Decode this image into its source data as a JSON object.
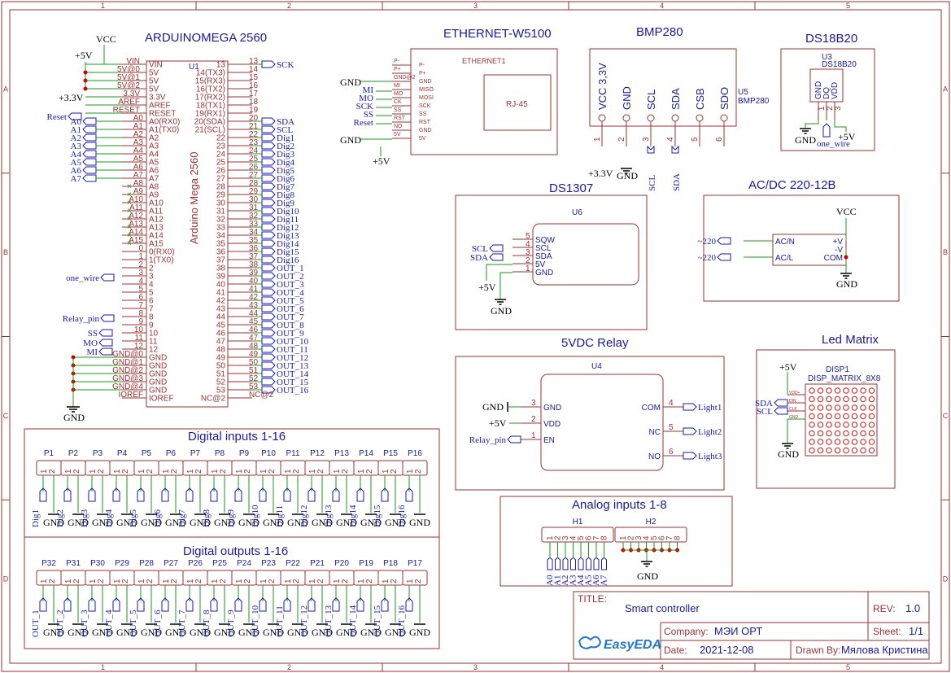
{
  "grid": {
    "cols": [
      "1",
      "2",
      "3",
      "4",
      "5"
    ],
    "rows": [
      "A",
      "B",
      "C",
      "D"
    ]
  },
  "arduino": {
    "block_title": "ARDUINOMEGA 2560",
    "ref": "U1",
    "vertical_name": "Arduino Mega 2560",
    "vcc": "VCC",
    "plus5": "+5V",
    "plus33": "+3.3V",
    "gnd": "GND",
    "left_nets": [
      "VIN",
      "5V@0",
      "5V@1",
      "5V@2",
      "3.3V",
      "AREF",
      "RESET",
      "Reset",
      "A0",
      "A1",
      "A2",
      "A3",
      "A4",
      "A5",
      "A6",
      "A7"
    ],
    "left_pins": [
      "VIN",
      "5V",
      "5V",
      "5V",
      "3.3V",
      "AREF",
      "RESET",
      "A0(RX0)",
      "A1(TX0)",
      "A2",
      "A3",
      "A4",
      "A5",
      "A6",
      "A7",
      "A8",
      "A9",
      "A10",
      "A11",
      "A12",
      "A13",
      "A14",
      "A15",
      "0(RX0)",
      "1(TX0)",
      "2",
      "3",
      "4",
      "5",
      "6",
      "7",
      "8",
      "9",
      "10",
      "11",
      "12",
      "GND",
      "GND",
      "GND",
      "GND",
      "GND",
      "IOREF"
    ],
    "left_pin_nums": [
      "",
      "",
      "",
      "",
      "",
      "",
      "",
      "A0",
      "A1",
      "A2",
      "A3",
      "A4",
      "A5",
      "A6",
      "A7",
      "A8",
      "A9",
      "A10",
      "A11",
      "A12",
      "A13",
      "A14",
      "A15",
      "0",
      "1",
      "2",
      "3",
      "4",
      "5",
      "6",
      "7",
      "8",
      "9",
      "10",
      "11",
      "12",
      "GND@0",
      "GND@1",
      "GND@2",
      "GND@3",
      "GND@4",
      "IOREF"
    ],
    "left_tags": {
      "one_wire": "one_wire",
      "relay_pin": "Relay_pin",
      "ss": "SS",
      "mo": "MO",
      "mi": "MI"
    },
    "right_pins": [
      "13",
      "14(TX3)",
      "15(RX3)",
      "16(TX2)",
      "17(RX2)",
      "18(TX1)",
      "19(RX1)",
      "20(SDA)",
      "21(SCL)",
      "22",
      "23",
      "24",
      "25",
      "26",
      "27",
      "28",
      "29",
      "30",
      "31",
      "32",
      "33",
      "34",
      "35",
      "36",
      "37",
      "38",
      "39",
      "40",
      "41",
      "42",
      "43",
      "44",
      "45",
      "46",
      "47",
      "48",
      "49",
      "50",
      "51",
      "52",
      "53",
      "NC@2"
    ],
    "right_pin_nums": [
      "13",
      "14",
      "15",
      "16",
      "17",
      "18",
      "19",
      "20",
      "21",
      "22",
      "23",
      "24",
      "25",
      "26",
      "27",
      "28",
      "29",
      "30",
      "31",
      "32",
      "33",
      "34",
      "35",
      "36",
      "37",
      "38",
      "39",
      "40",
      "41",
      "42",
      "43",
      "44",
      "45",
      "46",
      "47",
      "48",
      "49",
      "50",
      "51",
      "52",
      "53",
      "NC@2"
    ],
    "right_nets": [
      "SCK",
      "",
      "",
      "",
      "",
      "",
      "",
      "SDA",
      "SCL",
      "Dig1",
      "Dig2",
      "Dig3",
      "Dig4",
      "Dig5",
      "Dig6",
      "Dig7",
      "Dig8",
      "Dig9",
      "Dig10",
      "Dig11",
      "Dig12",
      "Dig13",
      "Dig14",
      "Dig15",
      "Dig16",
      "OUT_1",
      "OUT_2",
      "OUT_3",
      "OUT_4",
      "OUT_5",
      "OUT_6",
      "OUT_7",
      "OUT_8",
      "OUT_9",
      "OUT_10",
      "OUT_11",
      "OUT_12",
      "OUT_13",
      "OUT_14",
      "OUT_15",
      "OUT_16",
      ""
    ]
  },
  "ethernet": {
    "block_title": "ETHERNET-W5100",
    "ref": "ETHERNET1",
    "rj": "RJ-45",
    "pins": [
      "P-",
      "P+",
      "GND@2",
      "MI",
      "MO",
      "CK",
      "SS",
      "RST",
      "NO",
      "5V"
    ],
    "pins_right": [
      "P-",
      "P+",
      "GND",
      "MISO",
      "MOSI",
      "SCK",
      "SS",
      "RST",
      "GND",
      "5V"
    ],
    "nets": [
      "MI",
      "MO",
      "SCK",
      "SS",
      "Reset"
    ],
    "gnd": "GND",
    "plus5": "+5V"
  },
  "bmp280": {
    "block_title": "BMP280",
    "ref": "U5",
    "name": "BMP280",
    "pins": [
      "VCC 3,3V",
      "GND",
      "SCL",
      "SDA",
      "CSB",
      "SDO"
    ],
    "pin_nums": [
      "1",
      "2",
      "3",
      "4",
      "5",
      "6"
    ],
    "nets": [
      "+3.3V",
      "GND",
      "SCL",
      "SDA"
    ]
  },
  "ds18b20": {
    "block_title": "DS18B20",
    "ref": "U3",
    "name": "DS18B20",
    "pins": [
      "GND",
      "DQ",
      "VDD"
    ],
    "pin_nums": [
      "1",
      "2",
      "3"
    ],
    "nets": [
      "GND",
      "one_wire",
      "+5V"
    ]
  },
  "ds1307": {
    "block_title": "DS1307",
    "ref": "U6",
    "pins": [
      "SQW",
      "SCL",
      "SDA",
      "5V",
      "GND"
    ],
    "pin_nums": [
      "5",
      "4",
      "3",
      "2",
      "1"
    ],
    "nets": [
      "SCL",
      "SDA",
      "+5V",
      "GND"
    ]
  },
  "acdc": {
    "block_title": "AC/DC 220-12B",
    "pins_left": [
      "AC/N",
      "AC/L"
    ],
    "pins_right": [
      "+V",
      "-V",
      "COM"
    ],
    "nets": [
      "~220",
      "~220",
      "VCC",
      "GND"
    ]
  },
  "relay": {
    "block_title": "5VDC Relay",
    "ref": "U4",
    "pins_left": [
      "GND",
      "VDD",
      "EN"
    ],
    "pins_left_nums": [
      "3",
      "2",
      "1"
    ],
    "pins_right": [
      "COM",
      "NC",
      "NO"
    ],
    "pins_right_nums": [
      "4",
      "5",
      "6"
    ],
    "nets_left": [
      "GND",
      "+5V",
      "Relay_pin"
    ],
    "nets_right": [
      "Light1",
      "Light2",
      "Light3"
    ]
  },
  "led_matrix": {
    "block_title": "Led Matrix",
    "ref": "DISP1",
    "name": "DISP_MATRIX_8X8",
    "pins": [
      "VDD+",
      "DIN",
      "CLK",
      "GND"
    ],
    "nets": [
      "+5V",
      "SDA",
      "SCL",
      "GND"
    ]
  },
  "digital_inputs": {
    "block_title": "Digital inputs 1-16",
    "refs": [
      "P1",
      "P2",
      "P3",
      "P4",
      "P5",
      "P6",
      "P7",
      "P8",
      "P9",
      "P10",
      "P11",
      "P12",
      "P13",
      "P14",
      "P15",
      "P16"
    ],
    "nets": [
      "Dig1",
      "Dig2",
      "Dig3",
      "Dig4",
      "Dig5",
      "Dig6",
      "Dig7",
      "Dig8",
      "Dig9",
      "Dig10",
      "Dig11",
      "Dig12",
      "Dig13",
      "Dig14",
      "Dig15",
      "Dig16"
    ],
    "gnd": "GND"
  },
  "digital_outputs": {
    "block_title": "Digital outputs 1-16",
    "refs": [
      "P32",
      "P31",
      "P30",
      "P29",
      "P28",
      "P27",
      "P26",
      "P25",
      "P24",
      "P23",
      "P22",
      "P21",
      "P20",
      "P19",
      "P18",
      "P17"
    ],
    "nets": [
      "OUT_1",
      "OUT_2",
      "OUT_3",
      "OUT_4",
      "OUT_5",
      "OUT_6",
      "OUT_7",
      "OUT_8",
      "OUT_9",
      "OUT_10",
      "OUT_11",
      "OUT_12",
      "OUT_13",
      "OUT_14",
      "OUT_15",
      "OUT_16"
    ],
    "gnd": "GND"
  },
  "analog_inputs": {
    "block_title": "Analog inputs 1-8",
    "refs": [
      "H1",
      "H2"
    ],
    "pin_nums": [
      "1",
      "2",
      "3",
      "4",
      "5",
      "6",
      "7",
      "8"
    ],
    "nets": [
      "A0",
      "A1",
      "A2",
      "A3",
      "A4",
      "A5",
      "A6",
      "A7"
    ],
    "gnd": "GND"
  },
  "title_block": {
    "title_label": "TITLE:",
    "title": "Smart controller",
    "rev_label": "REV:",
    "rev": "1.0",
    "company_label": "Company:",
    "company": "МЭИ ОРТ",
    "sheet_label": "Sheet:",
    "sheet": "1/1",
    "date_label": "Date:",
    "date": "2021-12-08",
    "drawn_label": "Drawn By:",
    "drawn": "Мялова Кристина",
    "logo": "EasyEDA"
  },
  "colors": {
    "frame": "#993333",
    "text": "#1a1a99",
    "wire": "#1a9a1a",
    "net": "#1a1aaa"
  }
}
